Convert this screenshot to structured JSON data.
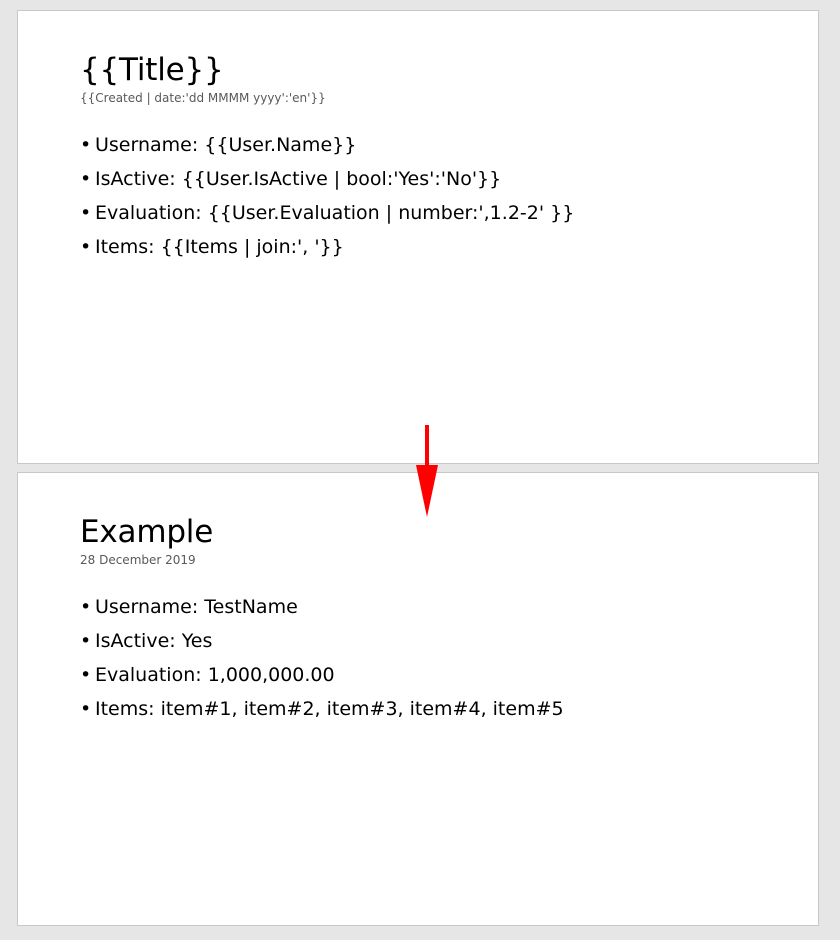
{
  "template_page": {
    "title": "{{Title}}",
    "date": "{{Created | date:'dd MMMM yyyy':'en'}}",
    "items": [
      "Username: {{User.Name}}",
      "IsActive: {{User.IsActive | bool:'Yes':'No'}}",
      "Evaluation: {{User.Evaluation | number:',1.2-2' }}",
      "Items: {{Items | join:', '}}"
    ]
  },
  "result_page": {
    "title": "Example",
    "date": "28 December 2019",
    "items": [
      "Username: TestName",
      "IsActive: Yes",
      "Evaluation: 1,000,000.00",
      "Items: item#1, item#2, item#3, item#4, item#5"
    ]
  },
  "bullet_glyph": "•",
  "colors": {
    "arrow": "#ff0000",
    "background": "#e6e6e6",
    "page": "#ffffff",
    "date_text": "#595959"
  },
  "icons": {
    "arrow": "down-arrow-icon"
  }
}
